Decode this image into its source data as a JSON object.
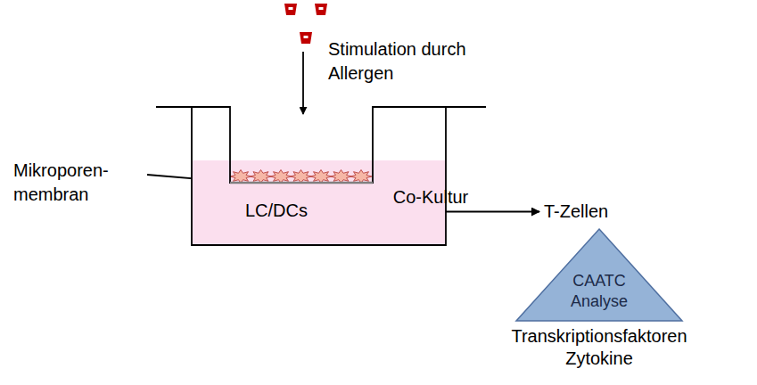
{
  "diagram": {
    "nodes": [
      {
        "text": [
          "LC/DCs"
        ]
      },
      {
        "text": [
          "T-Zellen",
          "CAATC Analyse",
          "Transkriptionsfaktoren Zytokine"
        ]
      }
    ],
    "edges": [
      {
        "from": 0,
        "to": 1,
        "arrow": "to",
        "label": "Co-Kultur"
      }
    ],
    "labels": [
      "Stimulation durch Allergen",
      "Mikroporen- membran"
    ]
  }
}
